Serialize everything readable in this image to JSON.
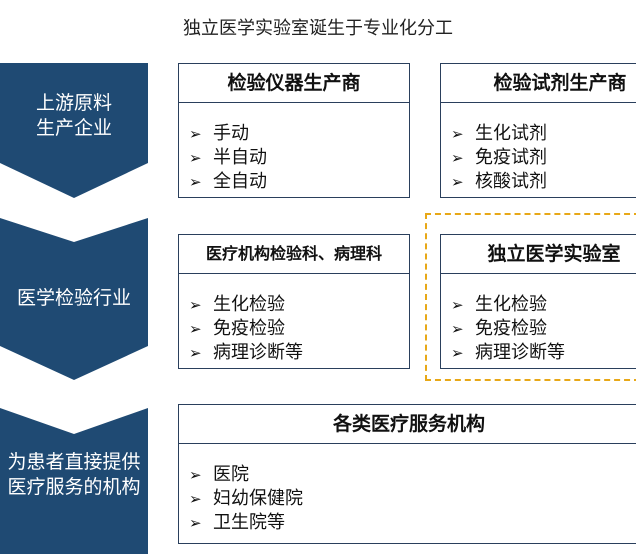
{
  "title": "独立医学实验室诞生于专业化分工",
  "colors": {
    "chevron": "#1f4a73",
    "box_border": "#2a3f5c",
    "highlight": "#e8a817"
  },
  "arrow_glyph": "➢",
  "levels": [
    {
      "label_lines": [
        "上游原料",
        "生产企业"
      ],
      "boxes": [
        {
          "title": "检验仪器生产商",
          "items": [
            "手动",
            "半自动",
            "全自动"
          ]
        },
        {
          "title": "检验试剂生产商",
          "items": [
            "生化试剂",
            "免疫试剂",
            "核酸试剂"
          ]
        }
      ]
    },
    {
      "label_lines": [
        "医学检验行业"
      ],
      "boxes": [
        {
          "title": "医疗机构检验科、病理科",
          "items": [
            "生化检验",
            "免疫检验",
            "病理诊断等"
          ]
        },
        {
          "title": "独立医学实验室",
          "items": [
            "生化检验",
            "免疫检验",
            "病理诊断等"
          ],
          "highlighted": true
        }
      ]
    },
    {
      "label_lines": [
        "为患者直接提供",
        "医疗服务的机构"
      ],
      "boxes": [
        {
          "title": "各类医疗服务机构",
          "items": [
            "医院",
            "妇幼保健院",
            "卫生院等"
          ]
        }
      ]
    }
  ]
}
